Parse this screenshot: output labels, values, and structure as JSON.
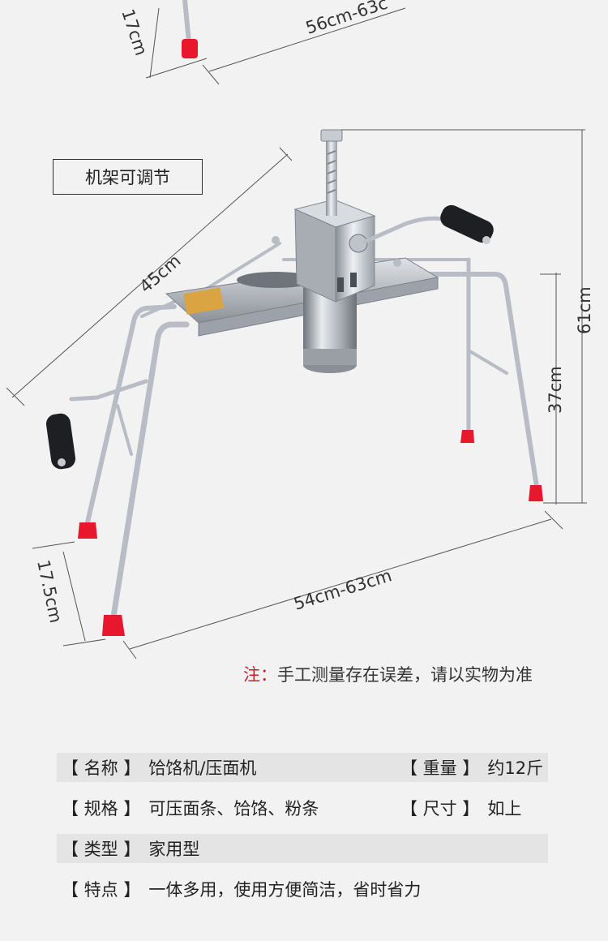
{
  "labels": {
    "adjustable": "机架可调节"
  },
  "dimensions": {
    "top_height_partial": "17cm",
    "top_width_partial": "56cm-63c",
    "depth": "45cm",
    "total_height": "61cm",
    "leg_height": "37cm",
    "foot_height": "17.5cm",
    "width": "54cm-63cm"
  },
  "note": {
    "prefix": "注：",
    "text": "手工测量存在误差，请以实物为准"
  },
  "specs": [
    {
      "key": "【 名称 】",
      "value": "饸饹机/压面机",
      "key2": "【 重量 】",
      "value2": "约12斤",
      "shaded": true
    },
    {
      "key": "【 规格 】",
      "value": "可压面条、饸饹、粉条",
      "key2": "【 尺寸 】",
      "value2": "如上",
      "shaded": false
    },
    {
      "key": "【 类型 】",
      "value": "家用型",
      "key2": "",
      "value2": "",
      "shaded": true
    },
    {
      "key": "【 特点 】",
      "value": "一体多用，使用方便简洁，省时省力",
      "key2": "",
      "value2": "",
      "shaded": false
    }
  ],
  "colors": {
    "foot_red": "#e8172e",
    "note_red": "#d61a2b",
    "row_shade": "#e4e4e4",
    "background": "#f2f2f2"
  }
}
